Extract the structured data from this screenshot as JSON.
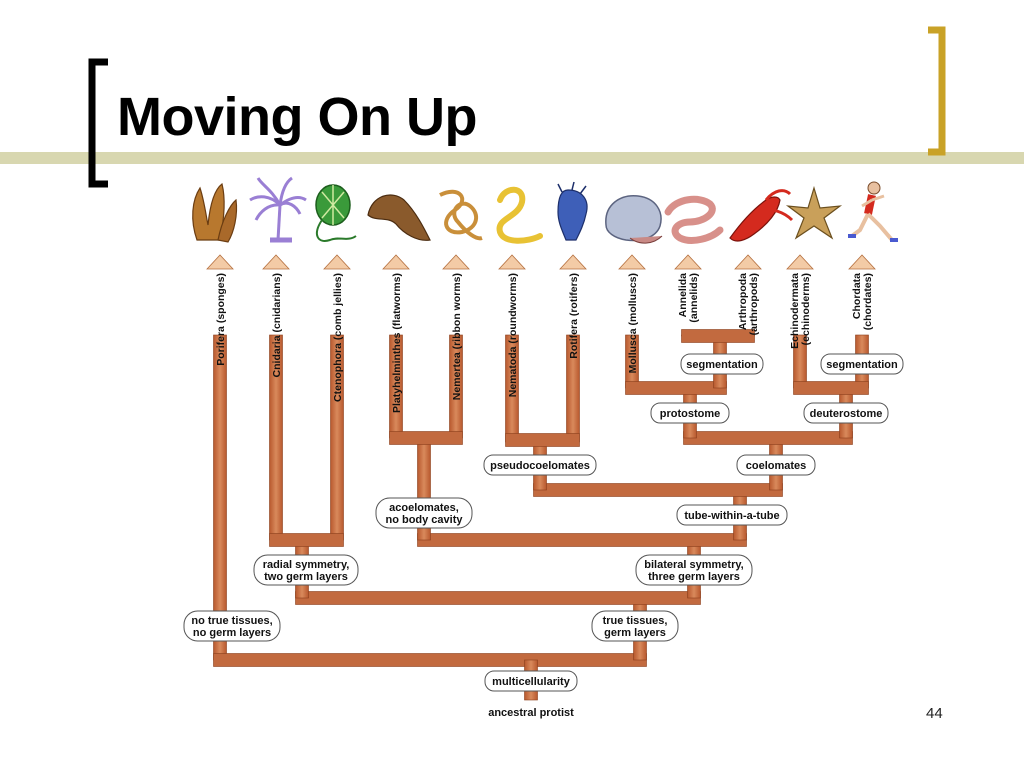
{
  "slide": {
    "title": "Moving On Up",
    "page_number": "44",
    "accent_color": "#c9a227",
    "branch_color": "#c26a3f"
  },
  "tree": {
    "root": "ancestral protist",
    "phyla": [
      "Porifera (sponges)",
      "Cnidaria (cnidarians)",
      "Ctenophora (comb jellies)",
      "Platyhelminthes (flatworms)",
      "Nemertea (ribbon worms)",
      "Nematoda (roundworms)",
      "Rotifera (rotifers)",
      "Mollusca (molluscs)",
      [
        "Annelida",
        "(annelids)"
      ],
      [
        "Arthropoda",
        "(arthropods)"
      ],
      [
        "Echinodermata",
        "(echinoderms)"
      ],
      [
        "Chordata",
        "(chordates)"
      ]
    ],
    "nodes": {
      "multicellularity": "multicellularity",
      "no_true_tissues": [
        "no true tissues,",
        "no germ layers"
      ],
      "true_tissues": [
        "true tissues,",
        "germ layers"
      ],
      "radial": [
        "radial symmetry,",
        "two germ layers"
      ],
      "bilateral": [
        "bilateral symmetry,",
        "three germ layers"
      ],
      "acoelomates": [
        "acoelomates,",
        "no body cavity"
      ],
      "tube": "tube-within-a-tube",
      "pseudocoelomates": "pseudocoelomates",
      "coelomates": "coelomates",
      "protostome": "protostome",
      "deuterostome": "deuterostome",
      "segmentation_left": "segmentation",
      "segmentation_right": "segmentation"
    },
    "organism_icons": [
      "sponge-icon",
      "anemone-icon",
      "comb-jelly-icon",
      "flatworm-icon",
      "ribbon-worm-icon",
      "roundworm-icon",
      "rotifer-icon",
      "clam-icon",
      "earthworm-icon",
      "lobster-icon",
      "starfish-icon",
      "runner-icon"
    ]
  }
}
